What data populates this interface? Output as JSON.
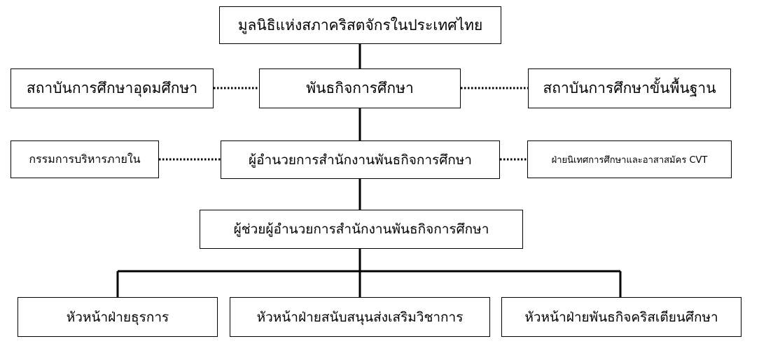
{
  "nodes": {
    "foundation": "มูลนิธิแห่งสภาคริสตจักรในประเทศไทย",
    "education_mission": "พันธกิจการศึกษา",
    "higher_ed": "สถาบันการศึกษาอุดมศึกษา",
    "basic_ed": "สถาบันการศึกษาขั้นพื้นฐาน",
    "director": "ผู้อำนวยการสำนักงานพันธกิจการศึกษา",
    "internal_committee": "กรรมการบริหารภายใน",
    "supervision_cvt": "ฝ่ายนิเทศการศึกษาและอาสาสมัคร CVT",
    "assistant_director": "ผู้ช่วยผู้อำนวยการสำนักงานพันธกิจการศึกษา",
    "head_admin": "หัวหน้าฝ่ายธุรการ",
    "head_academic": "หัวหน้าฝ่ายสนับสนุนส่งเสริมวิชาการ",
    "head_christian": "หัวหน้าฝ่ายพันธกิจคริสเตียนศึกษา"
  }
}
